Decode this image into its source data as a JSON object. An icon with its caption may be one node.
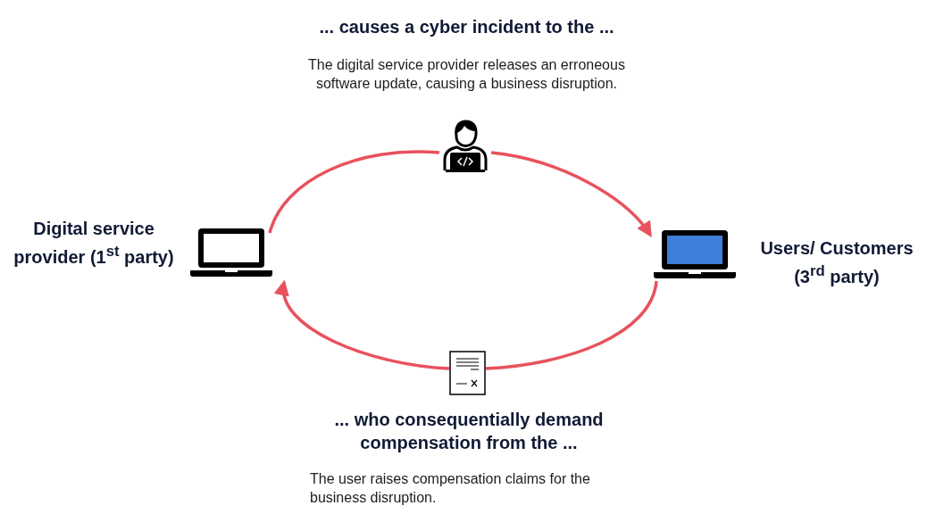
{
  "diagram": {
    "nodes": [
      {
        "text": [],
        "shape": "laptop",
        "beside": [
          "Digital service provider (1$^{st}$ party)"
        ]
      },
      {
        "text": [],
        "shape": "person",
        "beside": [
          "... causes a cyber incident to the ...",
          "The digital service provider releases an erroneous software update, causing a business disruption."
        ]
      },
      {
        "text": [],
        "shape": "laptop",
        "beside": [
          "Users/ Customers (3$^{rd}$ party)"
        ]
      },
      {
        "text": [],
        "shape": "document",
        "beside": [
          "... who consequentially demand compensation from the ...",
          "The user raises compensation claims for the business disruption."
        ]
      }
    ],
    "edges": [
      {
        "from": 0,
        "to": 1,
        "arrow": "none"
      },
      {
        "from": 1,
        "to": 2,
        "arrow": "to"
      },
      {
        "from": 2,
        "to": 3,
        "arrow": "none"
      },
      {
        "from": 3,
        "to": 0,
        "arrow": "to"
      }
    ]
  }
}
